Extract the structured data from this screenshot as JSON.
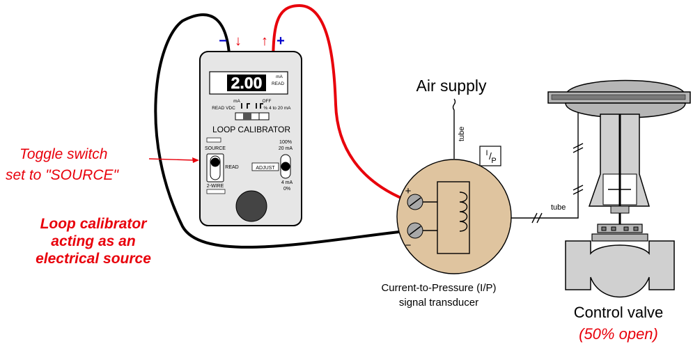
{
  "calibrator": {
    "display_value": "2.00",
    "display_unit": "mA",
    "display_mode": "READ",
    "mode_ma": "mA",
    "mode_off": "OFF",
    "mode_read_vdc": "READ VDC",
    "mode_range": "% 4 to 20 mA",
    "title": "LOOP CALIBRATOR",
    "source_label": "SOURCE",
    "read_label": "READ",
    "two_wire_label": "2-WIRE",
    "adjust_label": "ADJUST",
    "range_high_1": "100%",
    "range_high_2": "20 mA",
    "range_low_1": "4 mA",
    "range_low_2": "0%",
    "neg_terminal": "−",
    "neg_arrow": "↓",
    "pos_arrow": "↑",
    "pos_terminal": "+"
  },
  "annotations": {
    "toggle_line1": "Toggle switch",
    "toggle_line2": "set to \"SOURCE\"",
    "source_line1": "Loop calibrator",
    "source_line2": "acting as an",
    "source_line3": "electrical source"
  },
  "transducer": {
    "plus": "+",
    "minus": "−",
    "tag_i": "I",
    "tag_p": "P",
    "tag_slash": "/",
    "caption_line1": "Current-to-Pressure (I/P)",
    "caption_line2": "signal transducer"
  },
  "air": {
    "label": "Air supply",
    "tube_label": "tube"
  },
  "valve": {
    "tube_label": "tube",
    "label": "Control valve",
    "state": "(50% open)"
  },
  "colors": {
    "red": "#e8000b",
    "black": "#000000",
    "transducer_fill": "#dfc49f",
    "calibrator_fill": "#e6e6e6",
    "valve_fill": "#d0d0d0",
    "blue": "#0000cc"
  }
}
